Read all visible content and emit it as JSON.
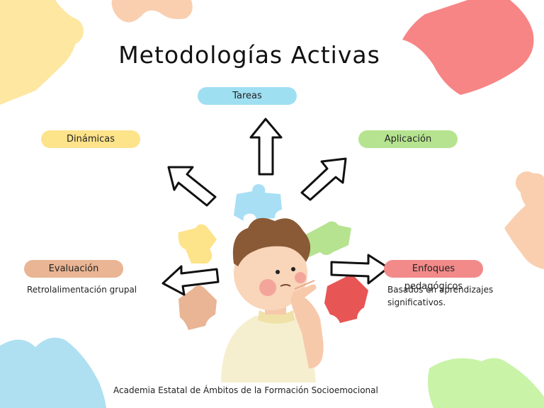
{
  "title": "Metodologías Activas",
  "nodes": {
    "tareas": {
      "label": "Tareas",
      "color": "#9fdff2"
    },
    "dinamicas": {
      "label": "Dinámicas",
      "color": "#fde38a"
    },
    "aplicacion": {
      "label": "Aplicación",
      "color": "#b5e38f"
    },
    "evaluacion": {
      "label": "Evaluación",
      "color": "#e9b594",
      "description": "Retrolalimentación grupal"
    },
    "enfoques": {
      "label": "Enfoques pedagógicos",
      "color": "#f28a8a",
      "description_lines": [
        "Basados en aprendizajes",
        "significativos."
      ]
    }
  },
  "footer": "Academia Estatal de Ámbitos de la Formación Socioemocional",
  "colors": {
    "puzzle_yellow": "#fde7a1",
    "puzzle_red": "#f78585",
    "puzzle_peach": "#f9cfb0",
    "puzzle_blue": "#aee0f1",
    "puzzle_green": "#c9f3a7"
  }
}
